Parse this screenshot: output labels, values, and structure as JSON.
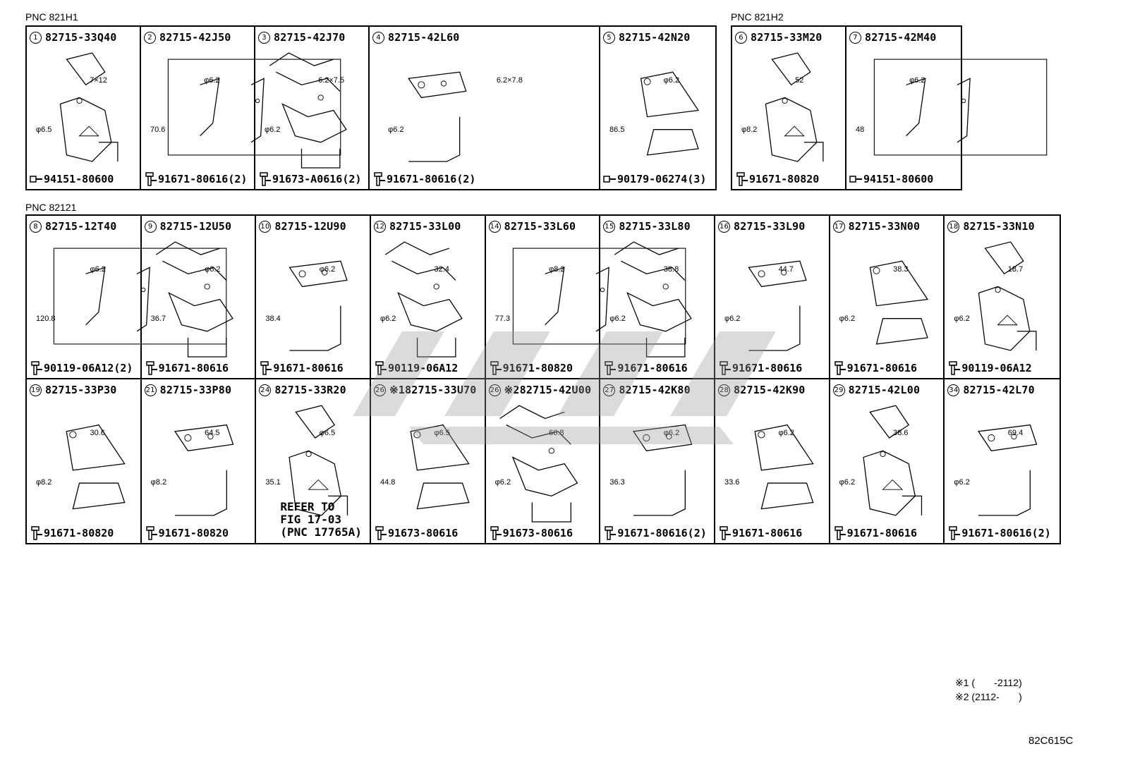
{
  "pnc_labels": {
    "a": "PNC 821H1",
    "b": "PNC 821H2",
    "c": "PNC 82121"
  },
  "row1_left": [
    {
      "num": "1",
      "part": "82715-33Q40",
      "fastener": "94151-80600",
      "ficon": "nut-icon",
      "dims": [
        "7×12",
        "φ6.5"
      ]
    },
    {
      "num": "2",
      "part": "82715-42J50",
      "fastener": "91671-80616(2)",
      "ficon": "bolt-icon",
      "dims": [
        "φ6.2",
        "70.6"
      ]
    },
    {
      "num": "3",
      "part": "82715-42J70",
      "fastener": "91673-A0616(2)",
      "ficon": "bolt-icon",
      "dims": [
        "6.2×7.5",
        "φ6.2"
      ]
    },
    {
      "num": "4",
      "part": "82715-42L60",
      "fastener": "91671-80616(2)",
      "ficon": "bolt-icon",
      "dims": [
        "6.2×7.8",
        "φ6.2"
      ]
    },
    {
      "num": "5",
      "part": "82715-42N20",
      "fastener": "90179-06274(3)",
      "ficon": "nut-icon",
      "dims": [
        "φ6.2",
        "86.5"
      ]
    }
  ],
  "row1_right": [
    {
      "num": "6",
      "part": "82715-33M20",
      "fastener": "91671-80820",
      "ficon": "bolt-icon",
      "dims": [
        "52",
        "φ8.2"
      ]
    },
    {
      "num": "7",
      "part": "82715-42M40",
      "fastener": "94151-80600",
      "ficon": "nut-icon",
      "dims": [
        "φ6.2",
        "48"
      ]
    }
  ],
  "row2": [
    {
      "num": "8",
      "part": "82715-12T40",
      "fastener": "90119-06A12(2)",
      "dims": [
        "φ6.2",
        "120.8"
      ]
    },
    {
      "num": "9",
      "part": "82715-12U50",
      "fastener": "91671-80616",
      "dims": [
        "φ6.2",
        "36.7"
      ]
    },
    {
      "num": "10",
      "part": "82715-12U90",
      "fastener": "91671-80616",
      "dims": [
        "φ6.2",
        "38.4"
      ]
    },
    {
      "num": "12",
      "part": "82715-33L00",
      "fastener": "90119-06A12",
      "dims": [
        "32.4",
        "φ6.2"
      ]
    },
    {
      "num": "14",
      "part": "82715-33L60",
      "fastener": "91671-80820",
      "dims": [
        "φ8.2",
        "77.3"
      ]
    },
    {
      "num": "15",
      "part": "82715-33L80",
      "fastener": "91671-80616",
      "dims": [
        "38.8",
        "φ6.2"
      ]
    },
    {
      "num": "16",
      "part": "82715-33L90",
      "fastener": "91671-80616",
      "dims": [
        "44.7",
        "φ6.2"
      ]
    },
    {
      "num": "17",
      "part": "82715-33N00",
      "fastener": "91671-80616",
      "dims": [
        "38.3",
        "φ6.2"
      ]
    },
    {
      "num": "18",
      "part": "82715-33N10",
      "fastener": "90119-06A12",
      "dims": [
        "18.7",
        "φ6.2"
      ]
    }
  ],
  "row3": [
    {
      "num": "19",
      "part": "82715-33P30",
      "fastener": "91671-80820",
      "dims": [
        "30.6",
        "φ8.2"
      ]
    },
    {
      "num": "21",
      "part": "82715-33P80",
      "fastener": "91671-80820",
      "dims": [
        "64.5",
        "φ8.2"
      ]
    },
    {
      "num": "24",
      "part": "82715-33R20",
      "fastener": "",
      "dims": [
        "φ6.5",
        "35.1"
      ]
    },
    {
      "num": "26",
      "part": "※182715-33U70",
      "fastener": "91673-80616",
      "dims": [
        "φ6.5",
        "44.8"
      ]
    },
    {
      "num": "26",
      "part": "※282715-42U00",
      "fastener": "91673-80616",
      "dims": [
        "66.8",
        "φ6.2"
      ]
    },
    {
      "num": "27",
      "part": "82715-42K80",
      "fastener": "91671-80616(2)",
      "dims": [
        "φ6.2",
        "36.3"
      ]
    },
    {
      "num": "28",
      "part": "82715-42K90",
      "fastener": "91671-80616",
      "dims": [
        "φ6.2",
        "33.6"
      ]
    },
    {
      "num": "29",
      "part": "82715-42L00",
      "fastener": "91671-80616",
      "dims": [
        "38.6",
        "φ6.2"
      ]
    },
    {
      "num": "34",
      "part": "82715-42L70",
      "fastener": "91671-80616(2)",
      "dims": [
        "69.4",
        "φ6.2"
      ]
    }
  ],
  "refer": {
    "l1": "REFER TO",
    "l2": "FIG 17-03",
    "l3": "(PNC 17765A)"
  },
  "notes": {
    "n1": "※1 (       -2112)",
    "n2": "※2 (2112-       )"
  },
  "code": "82C615C"
}
